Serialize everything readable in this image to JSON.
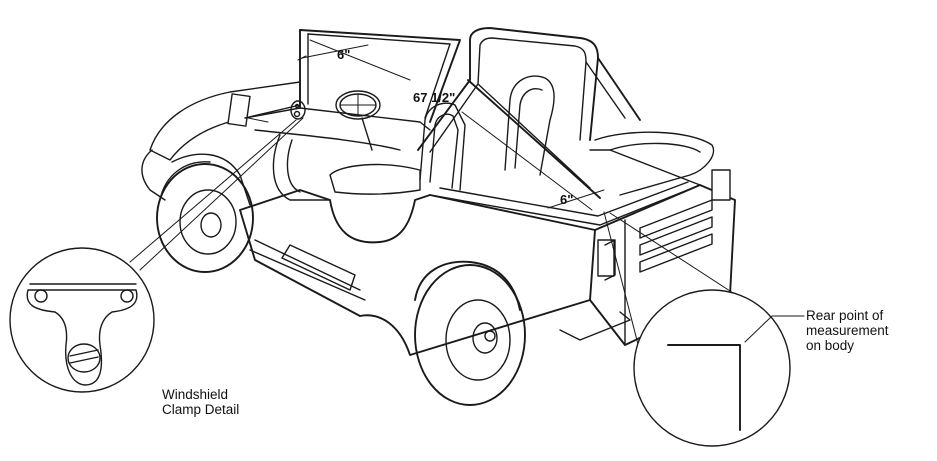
{
  "dimensions": {
    "windshield_offset": "6\"",
    "diagonal": "67 1/2\"",
    "rear_offset": "6\""
  },
  "callouts": {
    "windshield_clamp": [
      "Windshield",
      "Clamp Detail"
    ],
    "rear_point": [
      "Rear point of",
      "measurement",
      "on body"
    ]
  },
  "colors": {
    "line": "#1a1a1a",
    "background": "#ffffff"
  }
}
